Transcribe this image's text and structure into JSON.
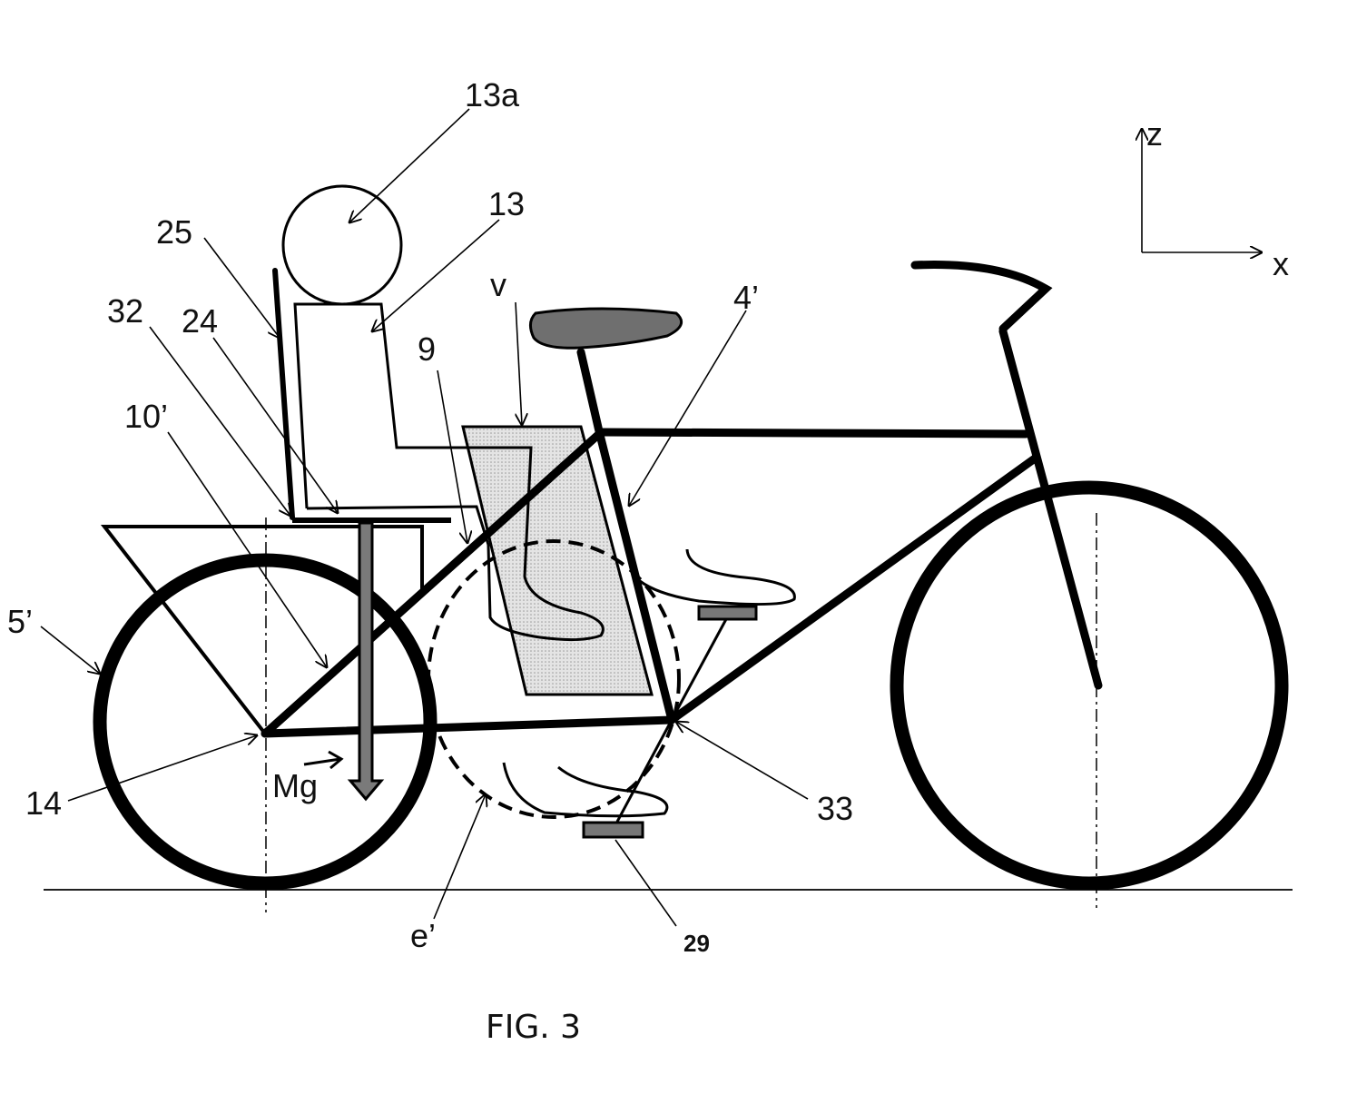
{
  "figure": {
    "caption": "FIG. 3",
    "labels": {
      "head": "13a",
      "child": "13",
      "backrest": "25",
      "seat_joint": "32",
      "seat_base": "24",
      "seat_stay": "10’",
      "tube": "9",
      "panel": "v",
      "seat_tube": "4’",
      "rear_wheel": "5’",
      "rear_axle": "14",
      "weight": "Mg",
      "pedal_path": "e’",
      "pedal": "29",
      "bottom_bracket": "33"
    },
    "axes": {
      "z": "z",
      "x": "x"
    }
  }
}
